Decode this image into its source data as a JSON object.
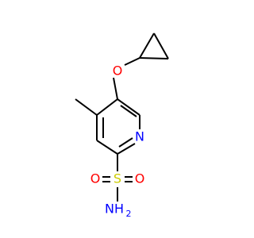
{
  "molecule": {
    "atoms": {
      "oxygen_ether": {
        "label": "O",
        "color": "#ff0000"
      },
      "nitrogen_ring": {
        "label": "N",
        "color": "#0000ff"
      },
      "sulfur": {
        "label": "S",
        "color": "#cccc00"
      },
      "oxygen_sulfonyl_left": {
        "label": "O",
        "color": "#ff0000"
      },
      "oxygen_sulfonyl_right": {
        "label": "O",
        "color": "#ff0000"
      },
      "amine": {
        "label": "NH",
        "subscript": "2",
        "color": "#0000ff"
      }
    },
    "bond_color": "#000000"
  }
}
